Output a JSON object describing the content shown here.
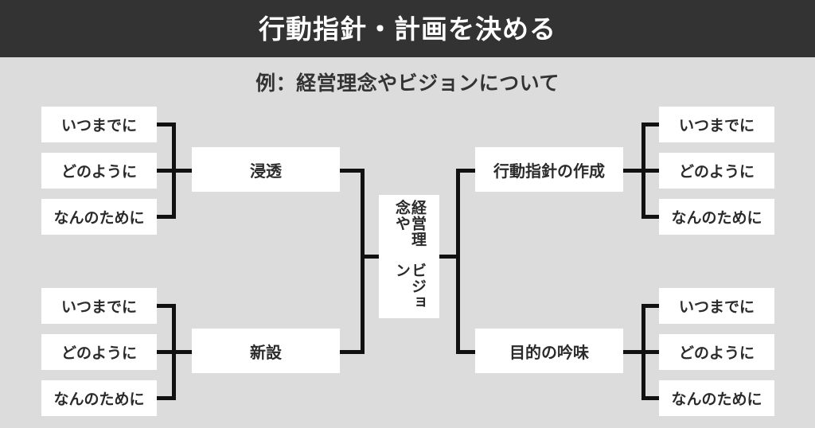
{
  "header": {
    "title": "行動指針・計画を決める",
    "subtitle": "例：経営理念やビジョンについて"
  },
  "colors": {
    "header_bg": "#333333",
    "page_bg": "#dcdcdc",
    "node_bg": "#ffffff",
    "text": "#2b2b2b",
    "line": "#111111",
    "header_text": "#ffffff"
  },
  "diagram": {
    "type": "mind-map-bracket",
    "center": {
      "label": "経営理念やビジョン",
      "line1": "ビジョン",
      "line2": "経営理念や"
    },
    "left_branches": [
      {
        "label": "浸透",
        "children": [
          "いつまでに",
          "どのように",
          "なんのために"
        ]
      },
      {
        "label": "新設",
        "children": [
          "いつまでに",
          "どのように",
          "なんのために"
        ]
      }
    ],
    "right_branches": [
      {
        "label": "行動指針の作成",
        "children": [
          "いつまでに",
          "どのように",
          "なんのために"
        ]
      },
      {
        "label": "目的の吟味",
        "children": [
          "いつまでに",
          "どのように",
          "なんのために"
        ]
      }
    ]
  }
}
